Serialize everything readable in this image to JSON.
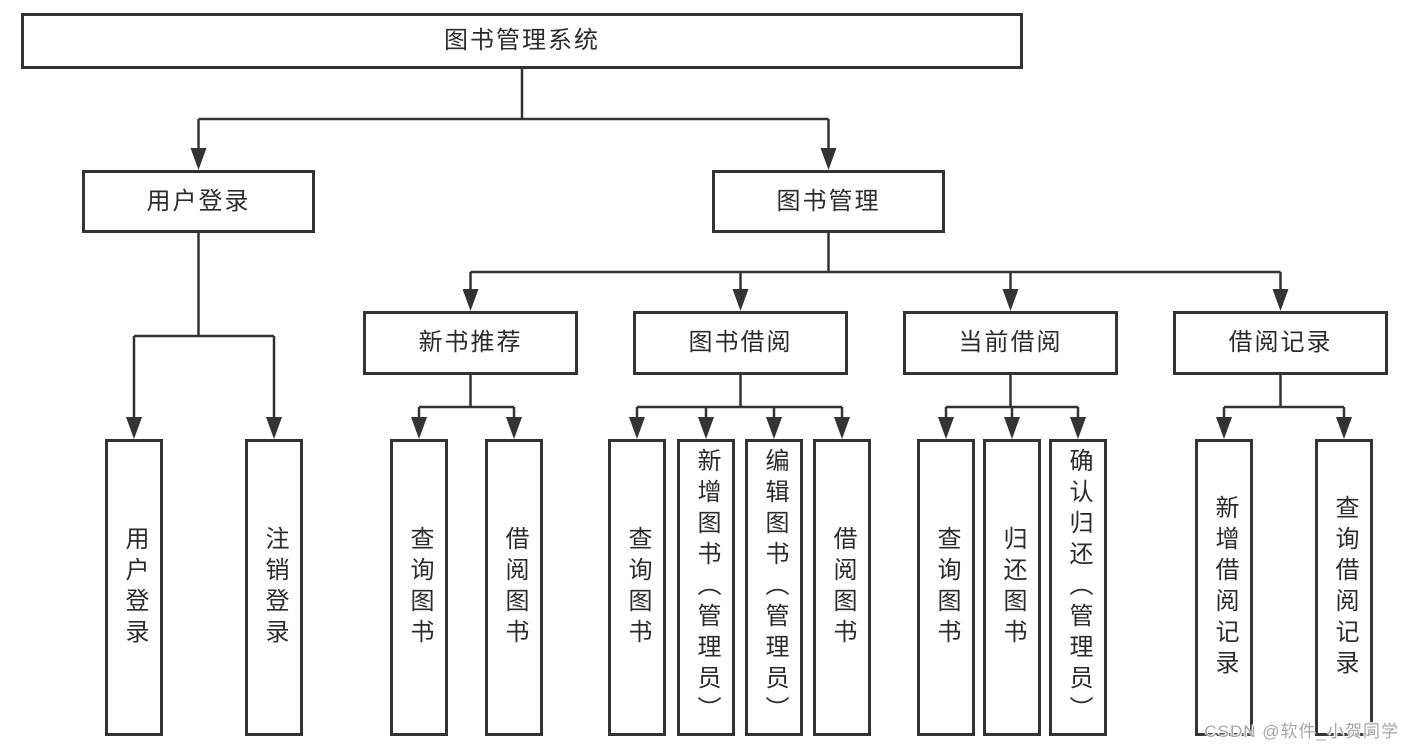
{
  "nodes": {
    "root": "图书管理系统",
    "user_login": "用户登录",
    "book_mgmt": "图书管理",
    "new_book_rec": "新书推荐",
    "book_borrow": "图书借阅",
    "current_borrow": "当前借阅",
    "borrow_record": "借阅记录",
    "leaf_user_login": "用户登录",
    "leaf_logout": "注销登录",
    "leaf_query_book_rec": "查询图书",
    "leaf_borrow_book_rec": "借阅图书",
    "leaf_query_book_borrow": "查询图书",
    "leaf_add_book": "新增图书（管理员）",
    "leaf_edit_book": "编辑图书（管理员）",
    "leaf_borrow_book_borrow": "借阅图书",
    "leaf_query_book_current": "查询图书",
    "leaf_return_book": "归还图书",
    "leaf_confirm_return": "确认归还（管理员）",
    "leaf_add_borrow_record": "新增借阅记录",
    "leaf_query_borrow_record": "查询借阅记录"
  },
  "structure": {
    "图书管理系统": {
      "用户登录": [
        "用户登录",
        "注销登录"
      ],
      "图书管理": {
        "新书推荐": [
          "查询图书",
          "借阅图书"
        ],
        "图书借阅": [
          "查询图书",
          "新增图书（管理员）",
          "编辑图书（管理员）",
          "借阅图书"
        ],
        "当前借阅": [
          "查询图书",
          "归还图书",
          "确认归还（管理员）"
        ],
        "借阅记录": [
          "新增借阅记录",
          "查询借阅记录"
        ]
      }
    }
  },
  "watermark": "CSDN @软件_小贺同学",
  "colors": {
    "line": "#333333",
    "box_border": "#333333",
    "text": "#2b2b2b",
    "background": "#ffffff",
    "watermark": "#a6a6a6"
  }
}
